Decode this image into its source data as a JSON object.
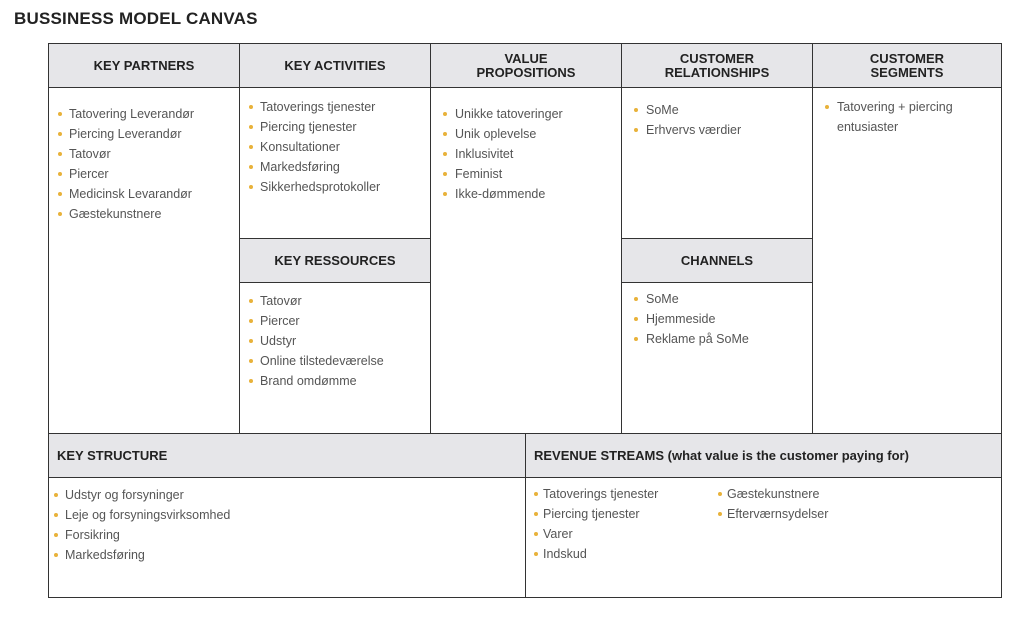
{
  "title": "BUSSINESS MODEL CANVAS",
  "accent_color": "#e8b23a",
  "header_bg": "#e6e6e9",
  "key_partners": {
    "heading": "KEY PARTNERS",
    "items": [
      "Tatovering Leverandør",
      "Piercing Leverandør",
      "Tatovør",
      "Piercer",
      "Medicinsk Levarandør",
      "Gæstekunstnere"
    ]
  },
  "key_activities": {
    "heading": "KEY ACTIVITIES",
    "items": [
      "Tatoverings tjenester",
      "Piercing tjenester",
      "Konsultationer",
      "Markedsføring",
      "Sikkerhedsprotokoller"
    ]
  },
  "key_resources": {
    "heading": "KEY RESSOURCES",
    "items": [
      "Tatovør",
      "Piercer",
      "Udstyr",
      "Online tilstedeværelse",
      "Brand omdømme"
    ]
  },
  "value_propositions": {
    "heading_line1": "VALUE",
    "heading_line2": "PROPOSITIONS",
    "items": [
      "Unikke tatoveringer",
      "Unik oplevelse",
      "Inklusivitet",
      "Feminist",
      "Ikke-dømmende"
    ]
  },
  "customer_relationships": {
    "heading_line1": "CUSTOMER",
    "heading_line2": "RELATIONSHIPS",
    "items": [
      "SoMe",
      "Erhvervs værdier"
    ]
  },
  "channels": {
    "heading": "CHANNELS",
    "items": [
      "SoMe",
      "Hjemmeside",
      "Reklame på SoMe"
    ]
  },
  "customer_segments": {
    "heading_line1": "CUSTOMER",
    "heading_line2": "SEGMENTS",
    "items": [
      "Tatovering + piercing entusiaster"
    ]
  },
  "key_structure": {
    "heading": "KEY STRUCTURE",
    "items": [
      "Udstyr og forsyninger",
      "Leje og forsyningsvirksomhed",
      "Forsikring",
      "Markedsføring"
    ]
  },
  "revenue_streams": {
    "heading": "REVENUE STREAMS (what value is the customer paying for)",
    "column1": [
      "Tatoverings tjenester",
      "Piercing tjenester",
      "Varer",
      "Indskud"
    ],
    "column2": [
      "Gæstekunstnere",
      "Efterværnsydelser"
    ]
  }
}
